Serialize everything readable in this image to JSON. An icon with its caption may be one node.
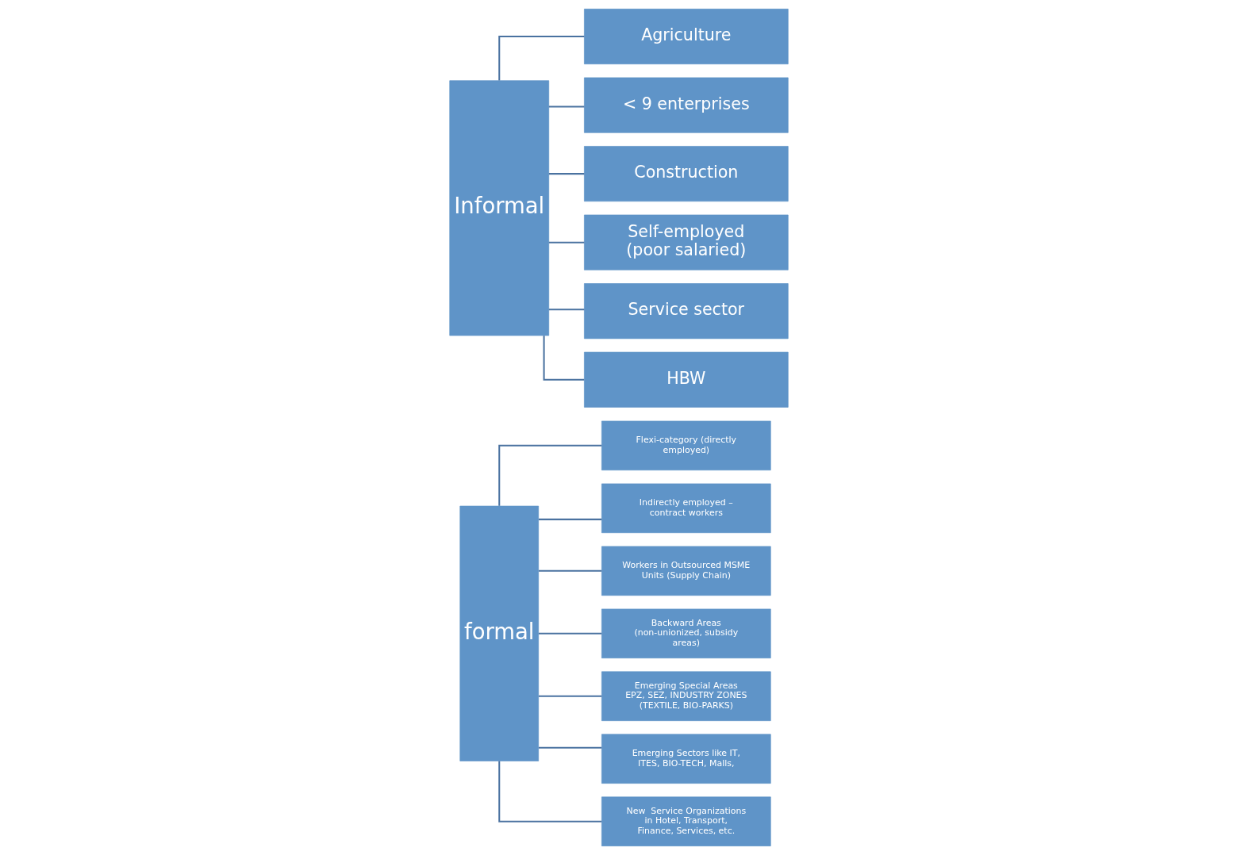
{
  "diagram": {
    "nodes": [
      {
        "text": [
          "formal"
        ]
      },
      {
        "text": [
          "Flexi-category (directly employed)"
        ]
      },
      {
        "text": [
          "Indirectly employed – contract workers"
        ]
      },
      {
        "text": [
          "Workers in Outsourced MSME Units (Supply Chain)"
        ]
      },
      {
        "text": [
          "Backward Areas (non-unionized, subsidy areas)"
        ]
      },
      {
        "text": [
          "Emerging Special Areas EPZ, SEZ, INDUSTRY ZONES (TEXTILE, BIO-PARKS)"
        ]
      },
      {
        "text": [
          "Emerging Sectors like IT, ITES, BIO-TECH, Malls,"
        ]
      },
      {
        "text": [
          "New  Service Organizations in Hotel, Transport, Finance, Services, etc."
        ]
      },
      {
        "text": [
          "Informal"
        ]
      },
      {
        "text": [
          "Agriculture"
        ]
      },
      {
        "text": [
          "< 9 enterprises"
        ]
      },
      {
        "text": [
          "Construction"
        ]
      },
      {
        "text": [
          "Self-employed (poor salaried)"
        ]
      },
      {
        "text": [
          "Service sector"
        ]
      },
      {
        "text": [
          "HBW"
        ]
      }
    ],
    "edges": [
      {
        "from": 0,
        "to": 1,
        "arrow": "none"
      },
      {
        "from": 0,
        "to": 2,
        "arrow": "none"
      },
      {
        "from": 0,
        "to": 3,
        "arrow": "none"
      },
      {
        "from": 0,
        "to": 4,
        "arrow": "none"
      },
      {
        "from": 0,
        "to": 5,
        "arrow": "none"
      },
      {
        "from": 0,
        "to": 6,
        "arrow": "none"
      },
      {
        "from": 0,
        "to": 7,
        "arrow": "none"
      },
      {
        "from": 8,
        "to": 9,
        "arrow": "none"
      },
      {
        "from": 8,
        "to": 10,
        "arrow": "none"
      },
      {
        "from": 8,
        "to": 11,
        "arrow": "none"
      },
      {
        "from": 8,
        "to": 12,
        "arrow": "none"
      },
      {
        "from": 8,
        "to": 13,
        "arrow": "none"
      },
      {
        "from": 8,
        "to": 14,
        "arrow": "none"
      }
    ]
  }
}
